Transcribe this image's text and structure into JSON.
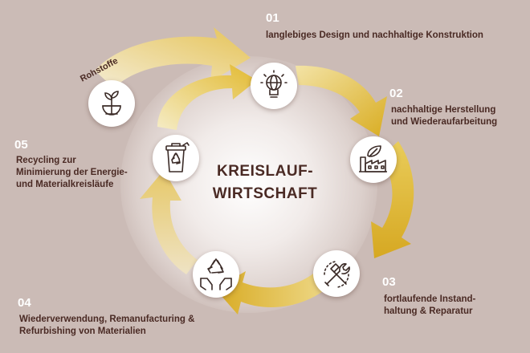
{
  "title": [
    "KREISLAUF-",
    "WIRTSCHAFT"
  ],
  "raw_material": {
    "label": "Rohstoffe",
    "icon": "globe-plant-icon"
  },
  "steps": [
    {
      "number": "01",
      "lines": [
        "langlebiges Design und nachhaltige Konstruktion"
      ],
      "icon": "lightbulb-globe-icon"
    },
    {
      "number": "02",
      "lines": [
        "nachhaltige Herstellung",
        "und Wiederaufarbeitung"
      ],
      "icon": "factory-leaf-icon"
    },
    {
      "number": "03",
      "lines": [
        "fortlaufende Instand-",
        "haltung & Reparatur"
      ],
      "icon": "wrench-hammer-icon"
    },
    {
      "number": "04",
      "lines": [
        "Wiederverwendung, Remanufacturing &",
        "Refurbishing von Materialien"
      ],
      "icon": "recycle-hands-icon"
    },
    {
      "number": "05",
      "lines": [
        "Recycling zur",
        "Minimierung der Energie-",
        "und Materialkreisläufe"
      ],
      "icon": "recycling-bin-icon"
    }
  ],
  "colors": {
    "arrow_gold": "#e2b92f",
    "arrow_light": "#f3e3a6",
    "text": "#4a2a24",
    "background": "#cbbbb6"
  }
}
